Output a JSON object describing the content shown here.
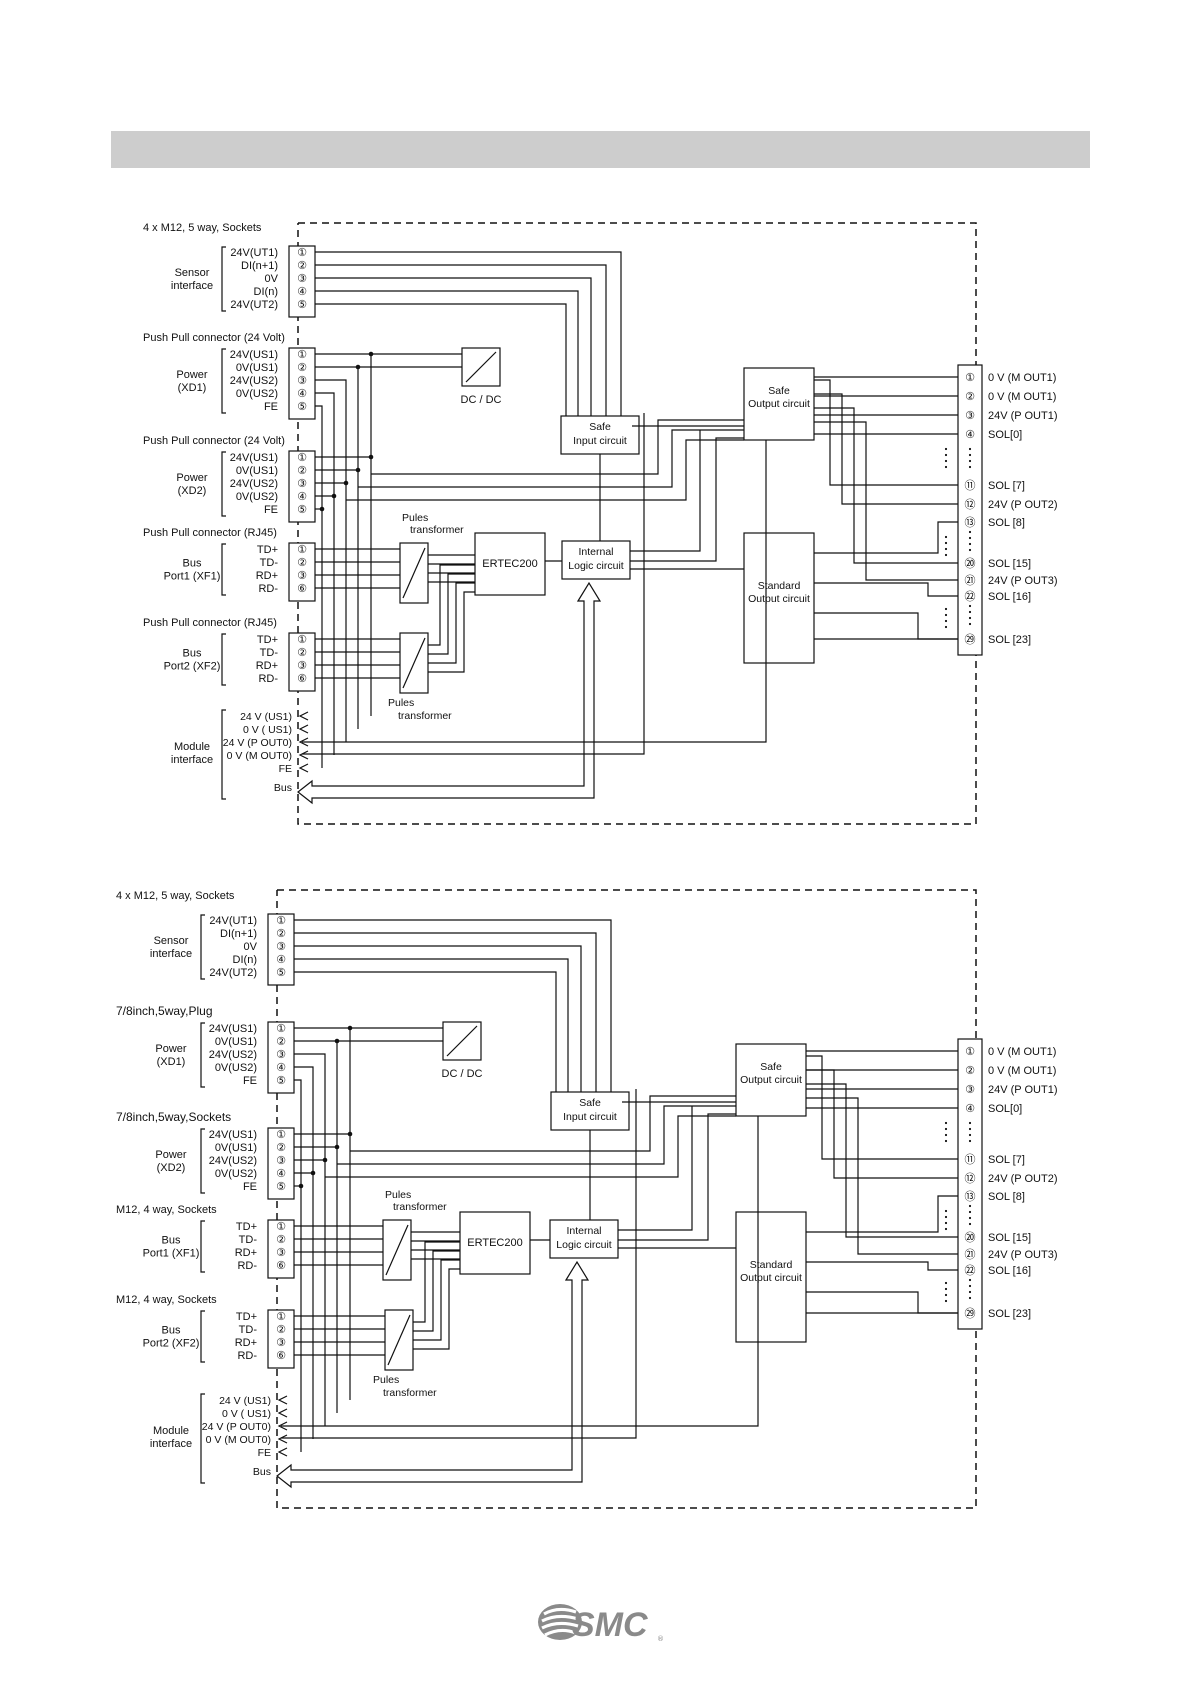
{
  "diagram1": {
    "header_sensor": "4 x M12, 5 way, Sockets",
    "header_power1": "Push Pull connector (24 Volt)",
    "header_power2": "Push Pull connector (24 Volt)",
    "header_port1": "Push Pull connector (RJ45)",
    "header_port2": "Push Pull connector (RJ45)",
    "sensor_group": [
      "Sensor",
      "interface"
    ],
    "sensor_pins": [
      "24V(UT1)",
      "DI(n+1)",
      "0V",
      "DI(n)",
      "24V(UT2)"
    ],
    "sensor_nums": [
      "①",
      "②",
      "③",
      "④",
      "⑤"
    ],
    "xd1_group": [
      "Power",
      "(XD1)"
    ],
    "xd2_group": [
      "Power",
      "(XD2)"
    ],
    "power_pins": [
      "24V(US1)",
      "0V(US1)",
      "24V(US2)",
      "0V(US2)",
      "FE"
    ],
    "power_nums": [
      "①",
      "②",
      "③",
      "④",
      "⑤"
    ],
    "xf1_group": [
      "Bus",
      "Port1 (XF1)"
    ],
    "xf2_group": [
      "Bus",
      "Port2 (XF2)"
    ],
    "bus_pins": [
      "TD+",
      "TD-",
      "RD+",
      "RD-"
    ],
    "bus_nums": [
      "①",
      "②",
      "③",
      "⑥"
    ],
    "module_group": [
      "Module",
      "interface"
    ],
    "module_pins": [
      "24 V (US1)",
      "0 V ( US1)",
      "24 V (P OUT0)",
      "0 V (M OUT0)",
      "FE",
      "Bus"
    ],
    "dcdc": "DC / DC",
    "safe_input": [
      "Safe",
      "Input circuit"
    ],
    "safe_output": [
      "Safe",
      "Output circuit"
    ],
    "standard_output": [
      "Standard",
      "Output circuit"
    ],
    "internal_logic": [
      "Internal",
      "Logic circuit"
    ],
    "ertec": "ERTEC200",
    "pules1": [
      "Pules",
      "transformer"
    ],
    "pules2": [
      "Pules",
      "transformer"
    ],
    "out_nums": [
      "①",
      "②",
      "③",
      "④",
      "⑪",
      "⑫",
      "⑬",
      "⑳",
      "㉑",
      "㉒",
      "㉙"
    ],
    "out_labels": [
      "0 V (M OUT1)",
      "0 V (M OUT1)",
      "24V (P OUT1)",
      "SOL[0]",
      "SOL [7]",
      "24V (P OUT2)",
      "SOL [8]",
      "SOL [15]",
      "24V (P OUT3)",
      "SOL [16]",
      "SOL [23]"
    ]
  },
  "diagram2": {
    "header_sensor": "4 x M12, 5 way, Sockets",
    "header_power1": "7/8inch,5way,Plug",
    "header_power2": "7/8inch,5way,Sockets",
    "header_port1": "M12, 4 way, Sockets",
    "header_port2": "M12, 4 way, Sockets",
    "sensor_group": [
      "Sensor",
      "interface"
    ],
    "sensor_pins": [
      "24V(UT1)",
      "DI(n+1)",
      "0V",
      "DI(n)",
      "24V(UT2)"
    ],
    "sensor_nums": [
      "①",
      "②",
      "③",
      "④",
      "⑤"
    ],
    "xd1_group": [
      "Power",
      "(XD1)"
    ],
    "xd2_group": [
      "Power",
      "(XD2)"
    ],
    "power_pins": [
      "24V(US1)",
      "0V(US1)",
      "24V(US2)",
      "0V(US2)",
      "FE"
    ],
    "power_nums": [
      "①",
      "②",
      "③",
      "④",
      "⑤"
    ],
    "xf1_group": [
      "Bus",
      "Port1 (XF1)"
    ],
    "xf2_group": [
      "Bus",
      "Port2 (XF2)"
    ],
    "bus_pins": [
      "TD+",
      "TD-",
      "RD+",
      "RD-"
    ],
    "bus_nums": [
      "①",
      "②",
      "③",
      "⑥"
    ],
    "module_group": [
      "Module",
      "interface"
    ],
    "module_pins": [
      "24 V (US1)",
      "0 V ( US1)",
      "24 V (P OUT0)",
      "0 V (M OUT0)",
      "FE",
      "Bus"
    ],
    "dcdc": "DC / DC",
    "safe_input": [
      "Safe",
      "Input circuit"
    ],
    "safe_output": [
      "Safe",
      "Output circuit"
    ],
    "standard_output": [
      "Standard",
      "Output circuit"
    ],
    "internal_logic": [
      "Internal",
      "Logic circuit"
    ],
    "ertec": "ERTEC200",
    "pules1": [
      "Pules",
      "transformer"
    ],
    "pules2": [
      "Pules",
      "transformer"
    ],
    "out_nums": [
      "①",
      "②",
      "③",
      "④",
      "⑪",
      "⑫",
      "⑬",
      "⑳",
      "㉑",
      "㉒",
      "㉙"
    ],
    "out_labels": [
      "0 V (M OUT1)",
      "0 V (M OUT1)",
      "24V (P OUT1)",
      "SOL[0]",
      "SOL [7]",
      "24V (P OUT2)",
      "SOL [8]",
      "SOL [15]",
      "24V (P OUT3)",
      "SOL [16]",
      "SOL [23]"
    ]
  },
  "footer": {
    "logo_text": "SMC",
    "logo_mark": "®"
  }
}
